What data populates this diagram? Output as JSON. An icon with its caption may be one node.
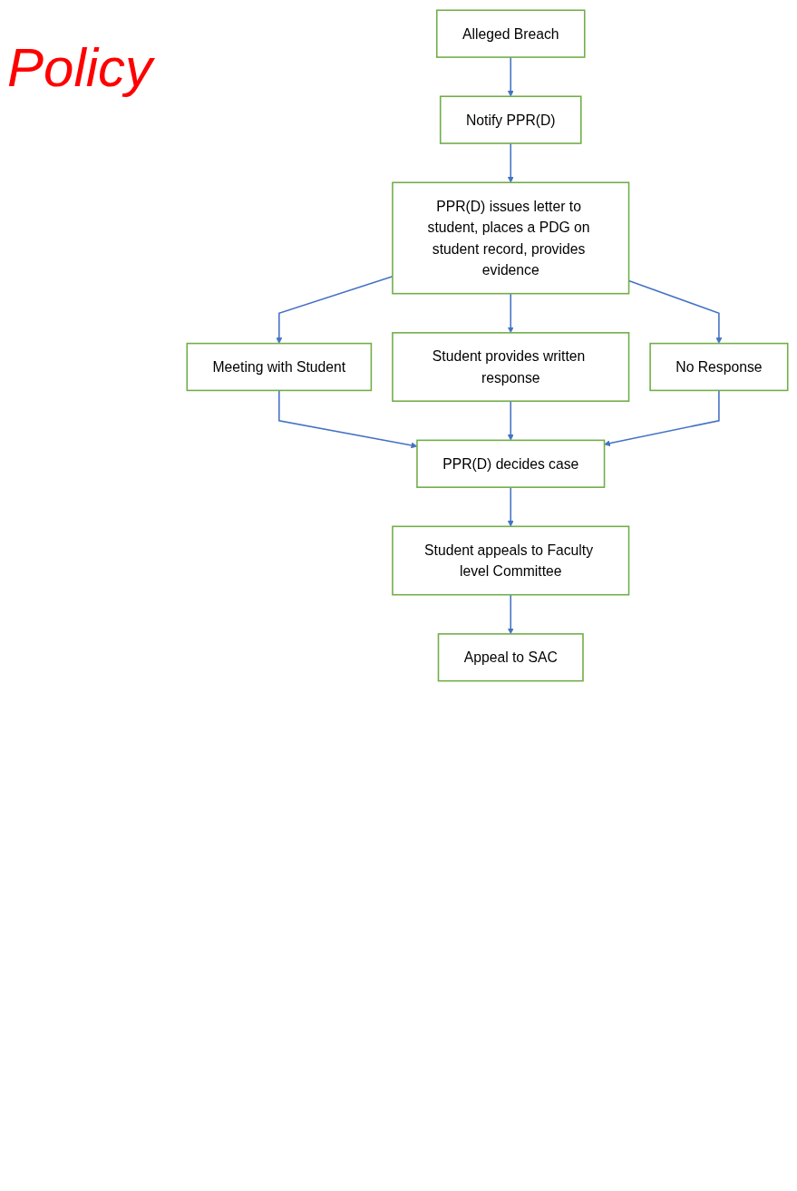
{
  "diagram": {
    "title": "Policy",
    "nodes": [
      {
        "text": [
          "Alleged Breach"
        ]
      },
      {
        "text": [
          "Notify PPR(D)"
        ]
      },
      {
        "text": [
          "PPR(D) issues letter to student, places a PDG on student record, provides evidence"
        ]
      },
      {
        "text": [
          "Meeting with Student"
        ]
      },
      {
        "text": [
          "Student provides written response"
        ]
      },
      {
        "text": [
          "No Response"
        ]
      },
      {
        "text": [
          "PPR(D) decides case"
        ]
      },
      {
        "text": [
          "Student appeals to Faculty level Committee"
        ]
      },
      {
        "text": [
          "Appeal to SAC"
        ]
      }
    ],
    "edges": [
      {
        "from": 0,
        "to": 1,
        "arrow": "to"
      },
      {
        "from": 1,
        "to": 2,
        "arrow": "to"
      },
      {
        "from": 2,
        "to": 3,
        "arrow": "to"
      },
      {
        "from": 2,
        "to": 4,
        "arrow": "to"
      },
      {
        "from": 2,
        "to": 5,
        "arrow": "to"
      },
      {
        "from": 3,
        "to": 6,
        "arrow": "to"
      },
      {
        "from": 4,
        "to": 6,
        "arrow": "to"
      },
      {
        "from": 5,
        "to": 6,
        "arrow": "to"
      },
      {
        "from": 6,
        "to": 7,
        "arrow": "to"
      },
      {
        "from": 7,
        "to": 8,
        "arrow": "to"
      }
    ]
  }
}
